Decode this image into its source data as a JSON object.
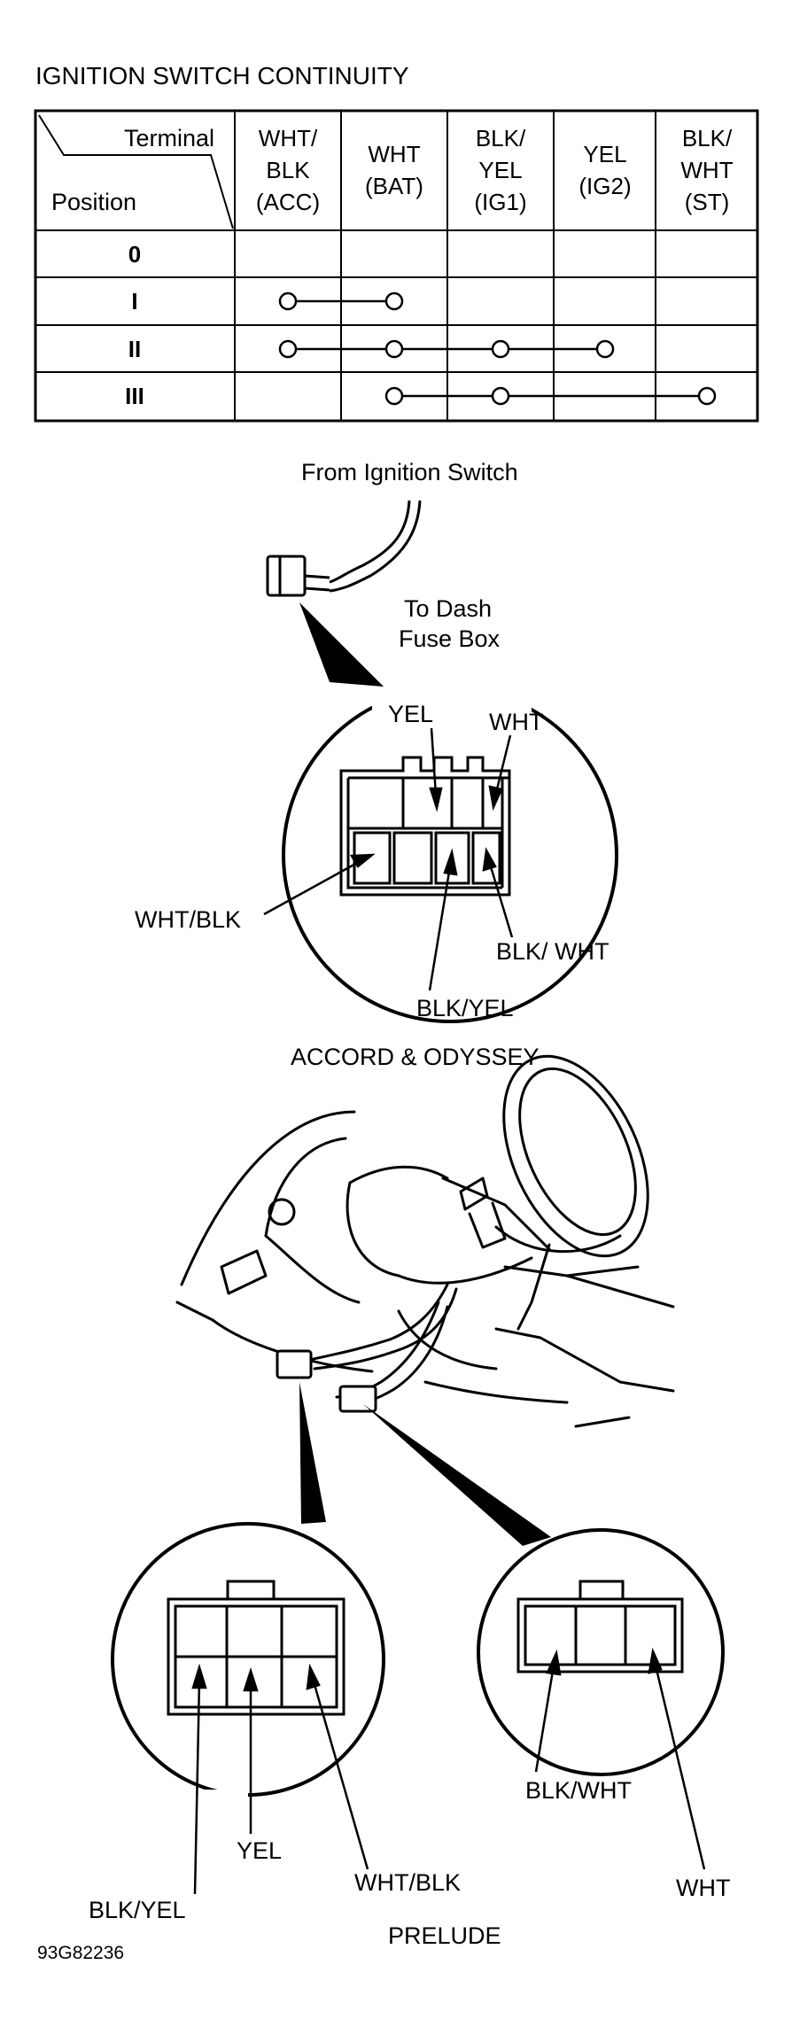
{
  "title": "IGNITION SWITCH CONTINUITY",
  "table": {
    "header_terminal": "Terminal",
    "header_position": "Position",
    "columns": [
      [
        "WHT/",
        "BLK",
        "(ACC)"
      ],
      [
        "WHT",
        "(BAT)"
      ],
      [
        "BLK/",
        "YEL",
        "(IG1)"
      ],
      [
        "YEL",
        "(IG2)"
      ],
      [
        "BLK/",
        "WHT",
        "(ST)"
      ]
    ],
    "rows": [
      {
        "position": "0",
        "connected": []
      },
      {
        "position": "I",
        "connected": [
          0,
          1
        ]
      },
      {
        "position": "II",
        "connected": [
          0,
          1,
          2,
          3
        ]
      },
      {
        "position": "III",
        "connected": [
          1,
          2,
          4
        ]
      }
    ]
  },
  "accord": {
    "from_label": "From Ignition Switch",
    "to_label_1": "To Dash",
    "to_label_2": "Fuse Box",
    "wire_yel": "YEL",
    "wire_wht": "WHT",
    "wire_wht_blk": "WHT/BLK",
    "wire_blk_wht": "BLK/ WHT",
    "wire_blk_yel": "BLK/YEL",
    "caption": "ACCORD & ODYSSEY"
  },
  "prelude": {
    "left_blk_yel": "BLK/YEL",
    "left_yel": "YEL",
    "left_wht_blk": "WHT/BLK",
    "right_blk_wht": "BLK/WHT",
    "right_wht": "WHT",
    "caption": "PRELUDE"
  },
  "figure_id": "93G82236"
}
